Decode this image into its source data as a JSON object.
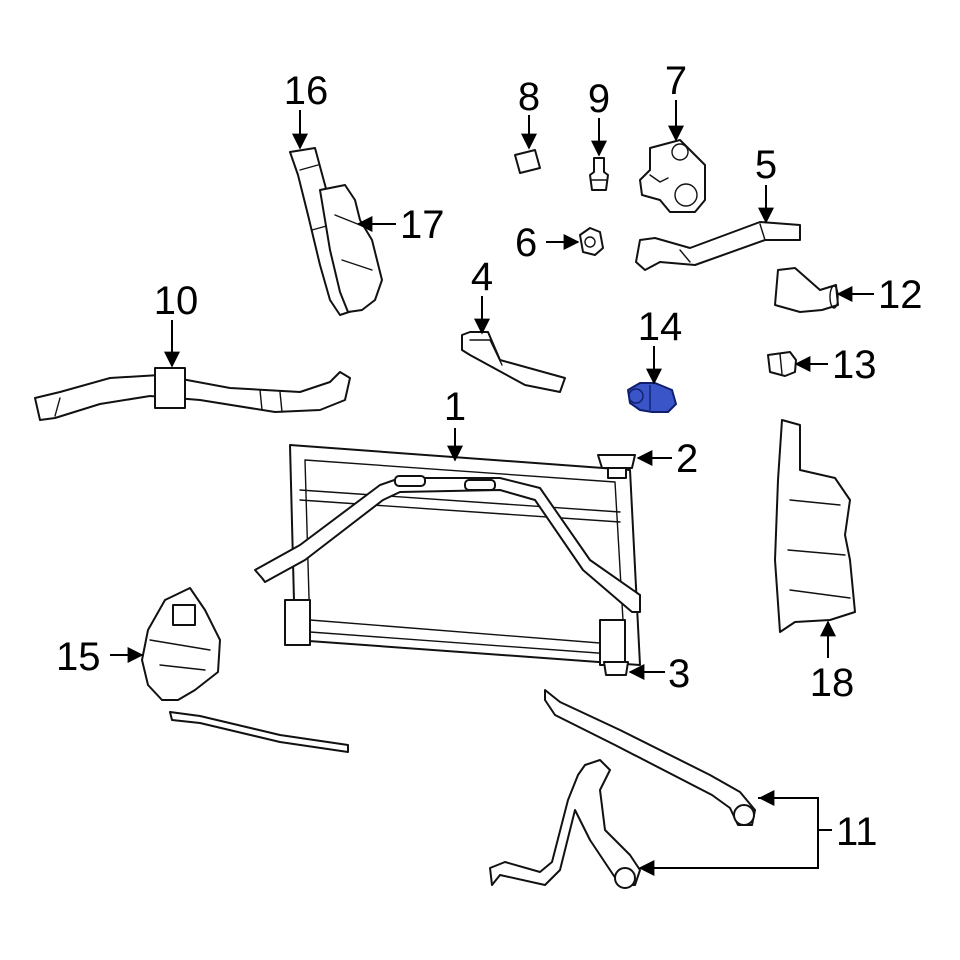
{
  "callouts": {
    "c1": "1",
    "c2": "2",
    "c3": "3",
    "c4": "4",
    "c5": "5",
    "c6": "6",
    "c7": "7",
    "c8": "8",
    "c9": "9",
    "c10": "10",
    "c11": "11",
    "c12": "12",
    "c13": "13",
    "c14": "14",
    "c15": "15",
    "c16": "16",
    "c17": "17",
    "c18": "18"
  },
  "colors": {
    "highlight": "#3a55c8",
    "line": "#111111",
    "background": "#ffffff"
  }
}
